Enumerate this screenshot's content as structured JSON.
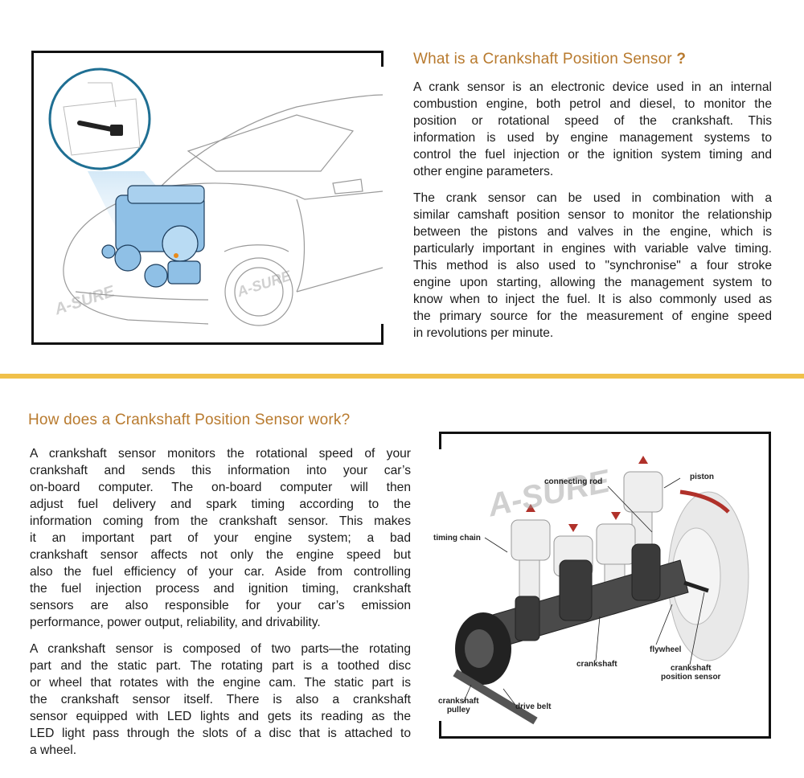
{
  "section1": {
    "title": "What is a Crankshaft Position Sensor",
    "title_mark": "?",
    "paragraphs": [
      [
        "A crank sensor is an electronic device used in an internal",
        "combustion engine, both petrol and diesel, to monitor the",
        "position or rotational speed of the crankshaft. This",
        "information is used by engine management systems to",
        "control the fuel injection or the ignition system timing and",
        "other engine parameters."
      ],
      [
        "The crank sensor can be used in combination with a",
        "similar camshaft position sensor to monitor the relationship",
        "between the pistons and valves in the engine, which is",
        "particularly important in engines with variable valve timing.",
        "This method is also used to \"synchronise\" a four stroke",
        "engine upon starting, allowing the management system to",
        "know when to inject the fuel. It is also commonly used as",
        "the primary source for the measurement of engine speed",
        "in revolutions per minute."
      ]
    ]
  },
  "section2": {
    "title": "How does a Crankshaft Position Sensor work?",
    "paragraphs": [
      [
        "A crankshaft sensor monitors the rotational speed of your",
        "crankshaft and sends this information into your car’s",
        "on-board computer. The on-board computer will then",
        "adjust fuel delivery and spark timing according to the",
        "information coming from the crankshaft sensor. This makes",
        "it an important part of your engine system; a bad",
        "crankshaft sensor affects not only the engine speed but",
        "also the fuel efficiency of your car. Aside from controlling",
        "the fuel injection process and ignition timing, crankshaft",
        "sensors are also responsible for your car’s emission",
        "performance, power output, reliability, and drivability."
      ],
      [
        "A crankshaft sensor is composed of two parts—the rotating",
        "part and the static part. The rotating part is a toothed disc",
        "or wheel that rotates with the engine cam. The static part is",
        "the crankshaft sensor itself. There is also a crankshaft",
        "sensor equipped with LED lights and gets its reading as the",
        "LED light pass through the slots of a disc that is attached to",
        "a wheel."
      ]
    ]
  },
  "diagram": {
    "labels": {
      "connecting_rod": "connecting rod",
      "piston": "piston",
      "timing_chain": "timing chain",
      "flywheel": "flywheel",
      "crankshaft": "crankshaft",
      "sensor_1": "crankshaft",
      "sensor_2": "position sensor",
      "pulley_1": "crankshaft",
      "pulley_2": "pulley",
      "drive_belt": "drive belt"
    }
  },
  "watermark": "A-SURE",
  "colors": {
    "heading": "#b87a2e",
    "rule": "#f0c04a",
    "engine": "#7fb6e0",
    "callout": "#1f6f93",
    "arrow": "#b0312a"
  }
}
